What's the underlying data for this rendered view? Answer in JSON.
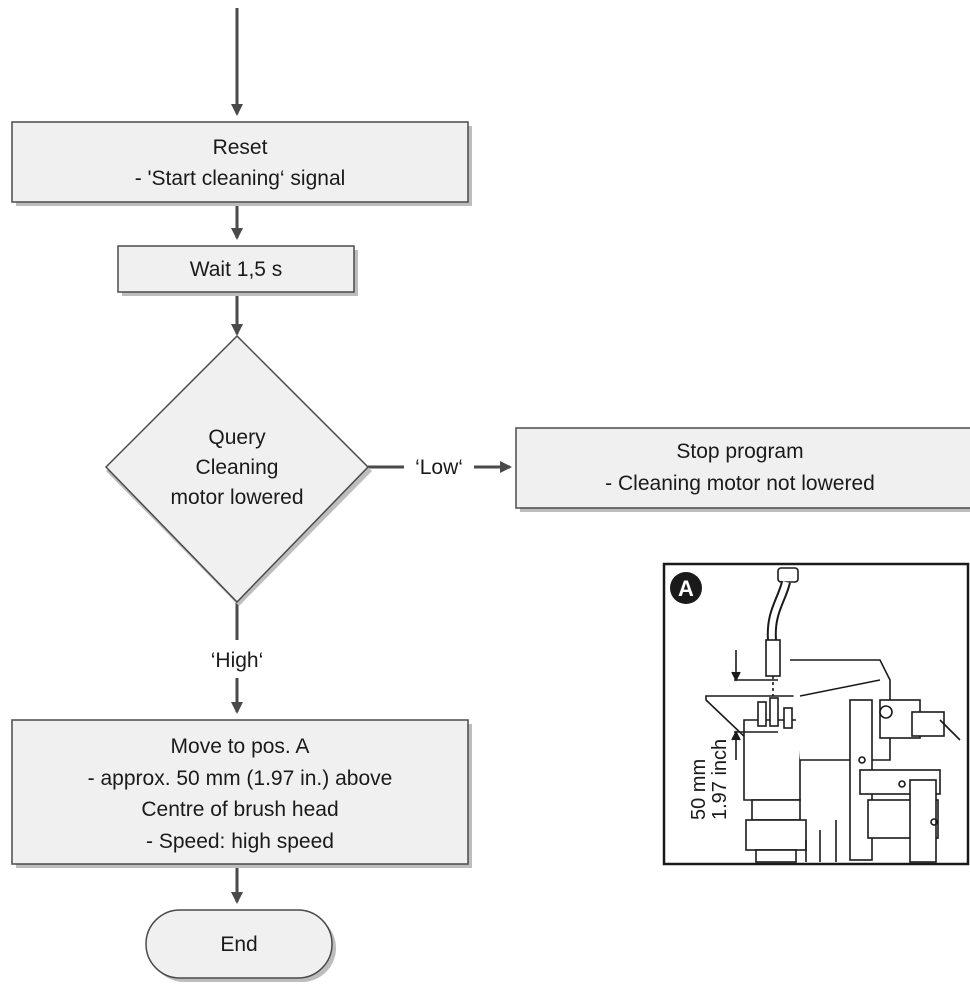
{
  "flowchart": {
    "reset": {
      "title": "Reset",
      "detail": "- 'Start cleaning‘ signal"
    },
    "wait": {
      "label": "Wait 1,5 s"
    },
    "query": {
      "line1": "Query",
      "line2": "Cleaning",
      "line3": "motor lowered"
    },
    "branch_low": {
      "label": "‘Low‘"
    },
    "stop": {
      "title": "Stop program",
      "detail": "- Cleaning motor not lowered"
    },
    "branch_high": {
      "label": "‘High‘"
    },
    "move": {
      "line1": "Move to pos. A",
      "line2": "- approx. 50 mm (1.97 in.) above",
      "line3": "Centre of brush head",
      "line4": "- Speed: high speed"
    },
    "end": {
      "label": "End"
    }
  },
  "illustration": {
    "badge": "A",
    "dimension_mm": "50 mm",
    "dimension_in": "1.97 inch"
  },
  "colors": {
    "box_fill": "#f0f0f0",
    "stroke": "#4a4a4a",
    "shadow": "#bdbdbd"
  }
}
